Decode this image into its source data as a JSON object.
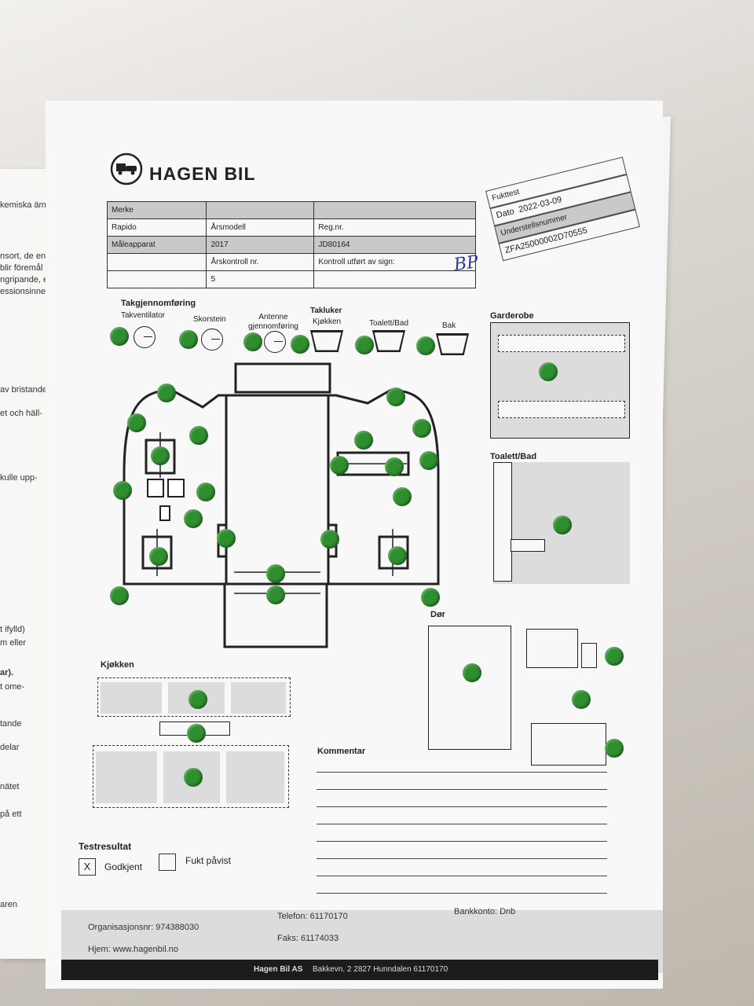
{
  "left_sheet_fragments": [
    "kemiska ämne",
    "nsort, de enda",
    "blir föremål för",
    "ngripande, en",
    "essionsinneha-",
    "av bristande",
    "et och häll-",
    "kulle upp-",
    "t ifylld)",
    "m eller",
    "ar).",
    "t ome-",
    "tande",
    "delar",
    "nätet",
    "på ett",
    "aren"
  ],
  "brand": {
    "name": "HAGEN BIL",
    "logo_icon": "car-caravan-logo-icon"
  },
  "vehicle_info": {
    "merke_label": "Merke",
    "merke_value": "Rapido",
    "arsmodell_label": "Årsmodell",
    "arsmodell_value": "2017",
    "regnr_label": "Reg.nr.",
    "regnr_value": "JD80164",
    "maleapparat_label": "Måleapparat",
    "arskontroll_label": "Årskontroll nr.",
    "arskontroll_value": "5",
    "kontroll_label": "Kontroll utført av sign:"
  },
  "test_info": {
    "title": "Fukttest",
    "dato_label": "Dato",
    "dato_value": "2022-03-09",
    "understell_label": "Understellsnummer",
    "understell_value": "ZFA25000002D70555"
  },
  "signature": "BP",
  "roof": {
    "section": "Takgjennomføring",
    "takventilator": "Takventilator",
    "skorstein": "Skorstein",
    "antenne": "Antenne gjennomføring",
    "takluker": "Takluker",
    "kjokken": "Kjøkken",
    "toalett": "Toalett/Bad",
    "bak": "Bak"
  },
  "side_sections": {
    "garderobe": "Garderobe",
    "toalett_bad": "Toalett/Bad",
    "dor": "Dør"
  },
  "kitchen_section": "Kjøkken",
  "comment_label": "Kommentar",
  "result": {
    "title": "Testresultat",
    "approved_label": "Godkjent",
    "approved_mark": "X",
    "moisture_label": "Fukt påvist"
  },
  "footer": {
    "org": "Organisasjonsnr: 974388030",
    "phone": "Telefon: 61170170",
    "bank": "Bankkonto: Dnb",
    "web": "Hjem: www.hagenbil.no",
    "fax": "Faks: 61174033",
    "company": "Hagen Bil AS",
    "address": "Bakkevn. 2 2827 Hunndalen 61170170"
  },
  "colors": {
    "dot": "#2f8f2f",
    "paper": "#f8f8f8",
    "header_shade": "#c9c9c9"
  }
}
